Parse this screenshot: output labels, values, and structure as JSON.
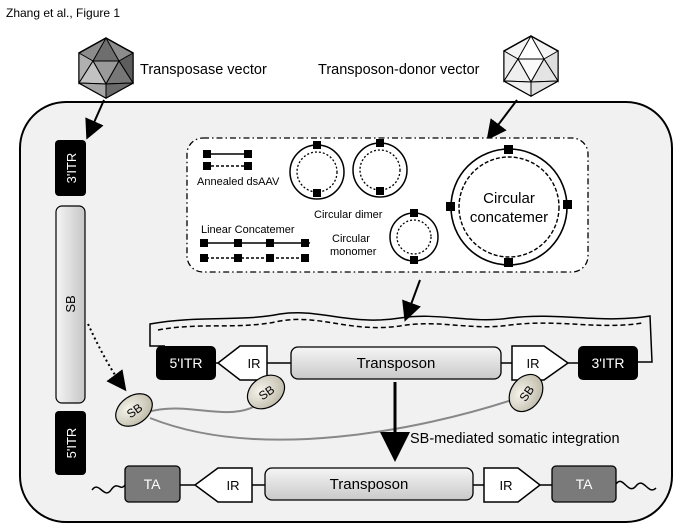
{
  "figure_title": "Zhang et al., Figure 1",
  "vectors": {
    "transposase": "Transposase vector",
    "donor": "Transposon-donor vector"
  },
  "left_construct": {
    "itr_top": "3'ITR",
    "body": "SB",
    "itr_bottom": "5'ITR"
  },
  "aav_forms": {
    "annealed": "Annealed dsAAV",
    "circular_dimer": "Circular dimer",
    "linear_concatemer": "Linear Concatemer",
    "circular_monomer_line1": "Circular",
    "circular_monomer_line2": "monomer",
    "circular_concatemer_line1": "Circular",
    "circular_concatemer_line2": "concatemer"
  },
  "donor_construct": {
    "itr_left": "5'ITR",
    "ir_left": "IR",
    "transposon": "Transposon",
    "ir_right": "IR",
    "itr_right": "3'ITR"
  },
  "sb_protein_label": "SB",
  "integration_label": "SB-mediated somatic integration",
  "genome": {
    "ta_left": "TA",
    "ir_left": "IR",
    "transposon": "Transposon",
    "ir_right": "IR",
    "ta_right": "TA"
  },
  "colors": {
    "cell_fill": "#f1f1f1",
    "black": "#000000",
    "grey_box": "#7a7a7a",
    "sb_fill": "#dcd9cc"
  }
}
